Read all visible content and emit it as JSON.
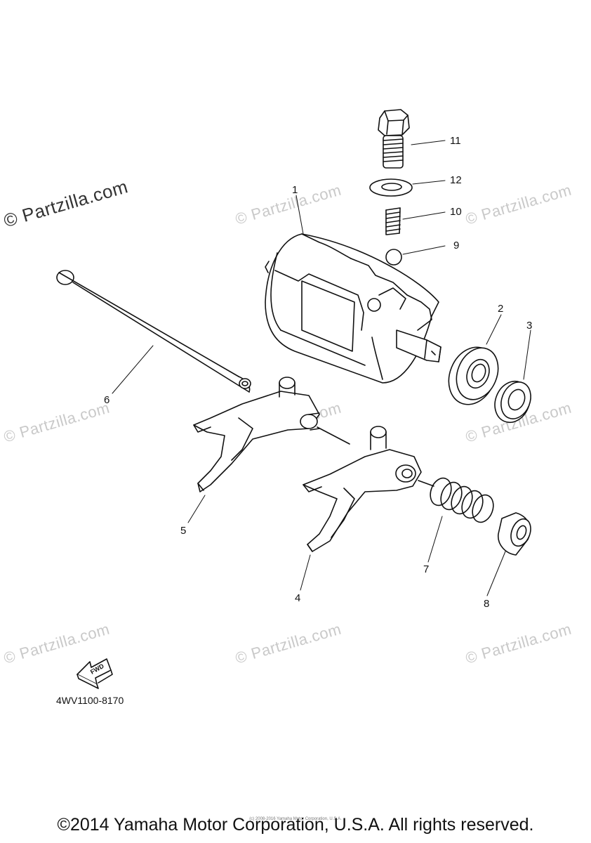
{
  "watermark": {
    "text": "© Partzilla.com"
  },
  "labels": [
    "1",
    "2",
    "3",
    "4",
    "5",
    "6",
    "7",
    "8",
    "9",
    "10",
    "11",
    "12"
  ],
  "fwd_arrow_text": "FWD",
  "diagram_code": "4WV1100-8170",
  "footer": {
    "copyright": "©2014 Yamaha Motor Corporation, U.S.A. All rights reserved.",
    "small_notice": "(c) 2008-2016 Yamaha Motor Corporation, U.S.A."
  }
}
